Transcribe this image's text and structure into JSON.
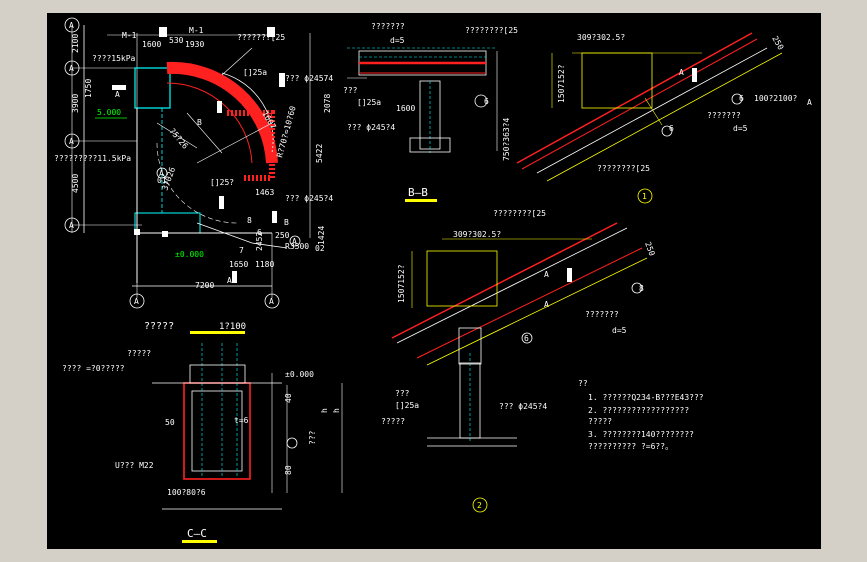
{
  "colors": {
    "background": "#000000",
    "frame": "#d4d0c8",
    "white": "#ffffff",
    "yellow": "#ffff00",
    "red": "#ff2020",
    "cyan": "#00ffff",
    "green": "#00ff00",
    "grey": "#9a9a9a",
    "tan": "#d2b48c"
  },
  "plan": {
    "axis_labels": [
      "A",
      "A",
      "A",
      "A",
      "A",
      "A",
      "A",
      "A"
    ],
    "dims_left": [
      "2100",
      "1750",
      "3900",
      "4500"
    ],
    "dims_top": [
      "M-1",
      "1600",
      "530",
      "M-1",
      "1930"
    ],
    "dims_right": [
      "2078",
      "5422",
      "1424"
    ],
    "dims_bottom": [
      "1650",
      "1180",
      "7200"
    ],
    "labels": {
      "load_top": "????15kPa",
      "load_mid": "?????????11.5kPa",
      "elev": "5.000",
      "zero_elev": "±0.000",
      "plate_25": "???????[25",
      "rod": "??? ϕ24574",
      "rod2": "??? ϕ245?4",
      "tag_25a": "[]25a",
      "tag_25b": "[]25?",
      "r_outer": "R?70?=10?60",
      "r_in": "R3500",
      "n1463": "1463",
      "n2452": "2452",
      "n6": "6",
      "n7": "7",
      "n8": "8",
      "n01": "01",
      "b_mark": "B",
      "a_mark": "A",
      "angle_a": "?5?26",
      "angle_b": "3?026",
      "dim_1607": "1607",
      "dim_250": "250",
      "dim_02": "02"
    },
    "caption": "?????",
    "scale": "1?100"
  },
  "section_bb": {
    "caption": "B—B",
    "labels": {
      "top1": "???????",
      "top2": "d=5",
      "top3": "????????[25",
      "left1": "???",
      "left2": "[]25a",
      "dim": "1600",
      "rod": "??? ϕ245?4",
      "height": "750?363?4",
      "mark": "6"
    }
  },
  "detail1": {
    "number": "1",
    "labels": {
      "top": "309?302.5?",
      "left": "1507152?",
      "plate": "????????[25",
      "stiff": "???????",
      "d5": "d=5",
      "bolt": "100?2100?",
      "dim250": "250",
      "a": "A",
      "a2": "A",
      "m6": "6"
    }
  },
  "detail2": {
    "number": "2",
    "labels": {
      "plate": "????????[25",
      "top": "309?302.5?",
      "left": "1507152?",
      "stiff": "???????",
      "d5": "d=5",
      "tag": "[]25a",
      "rod": "??? ϕ245?4",
      "base": "?????",
      "q": "???",
      "dim250": "250",
      "a": "A",
      "a2": "A",
      "m8": "8",
      "m6": "6"
    }
  },
  "section_cc": {
    "caption": "C—C",
    "labels": {
      "top": "?????",
      "left": "???? =?0?????",
      "t6": "t=6",
      "bolt": "U??? M22",
      "plate": "100?80?6",
      "elev": "±0.000",
      "dim40": "40",
      "dim80": "80",
      "dim50": "50",
      "side1": "???",
      "side2": "h",
      "side3": "h"
    }
  },
  "notes": {
    "head": "??",
    "lines": [
      "1. ??????Q234-B???E43???",
      "2. ??????????????????",
      "   ?????",
      "3. ????????140????????",
      "   ??????????     ?=6??。"
    ]
  }
}
